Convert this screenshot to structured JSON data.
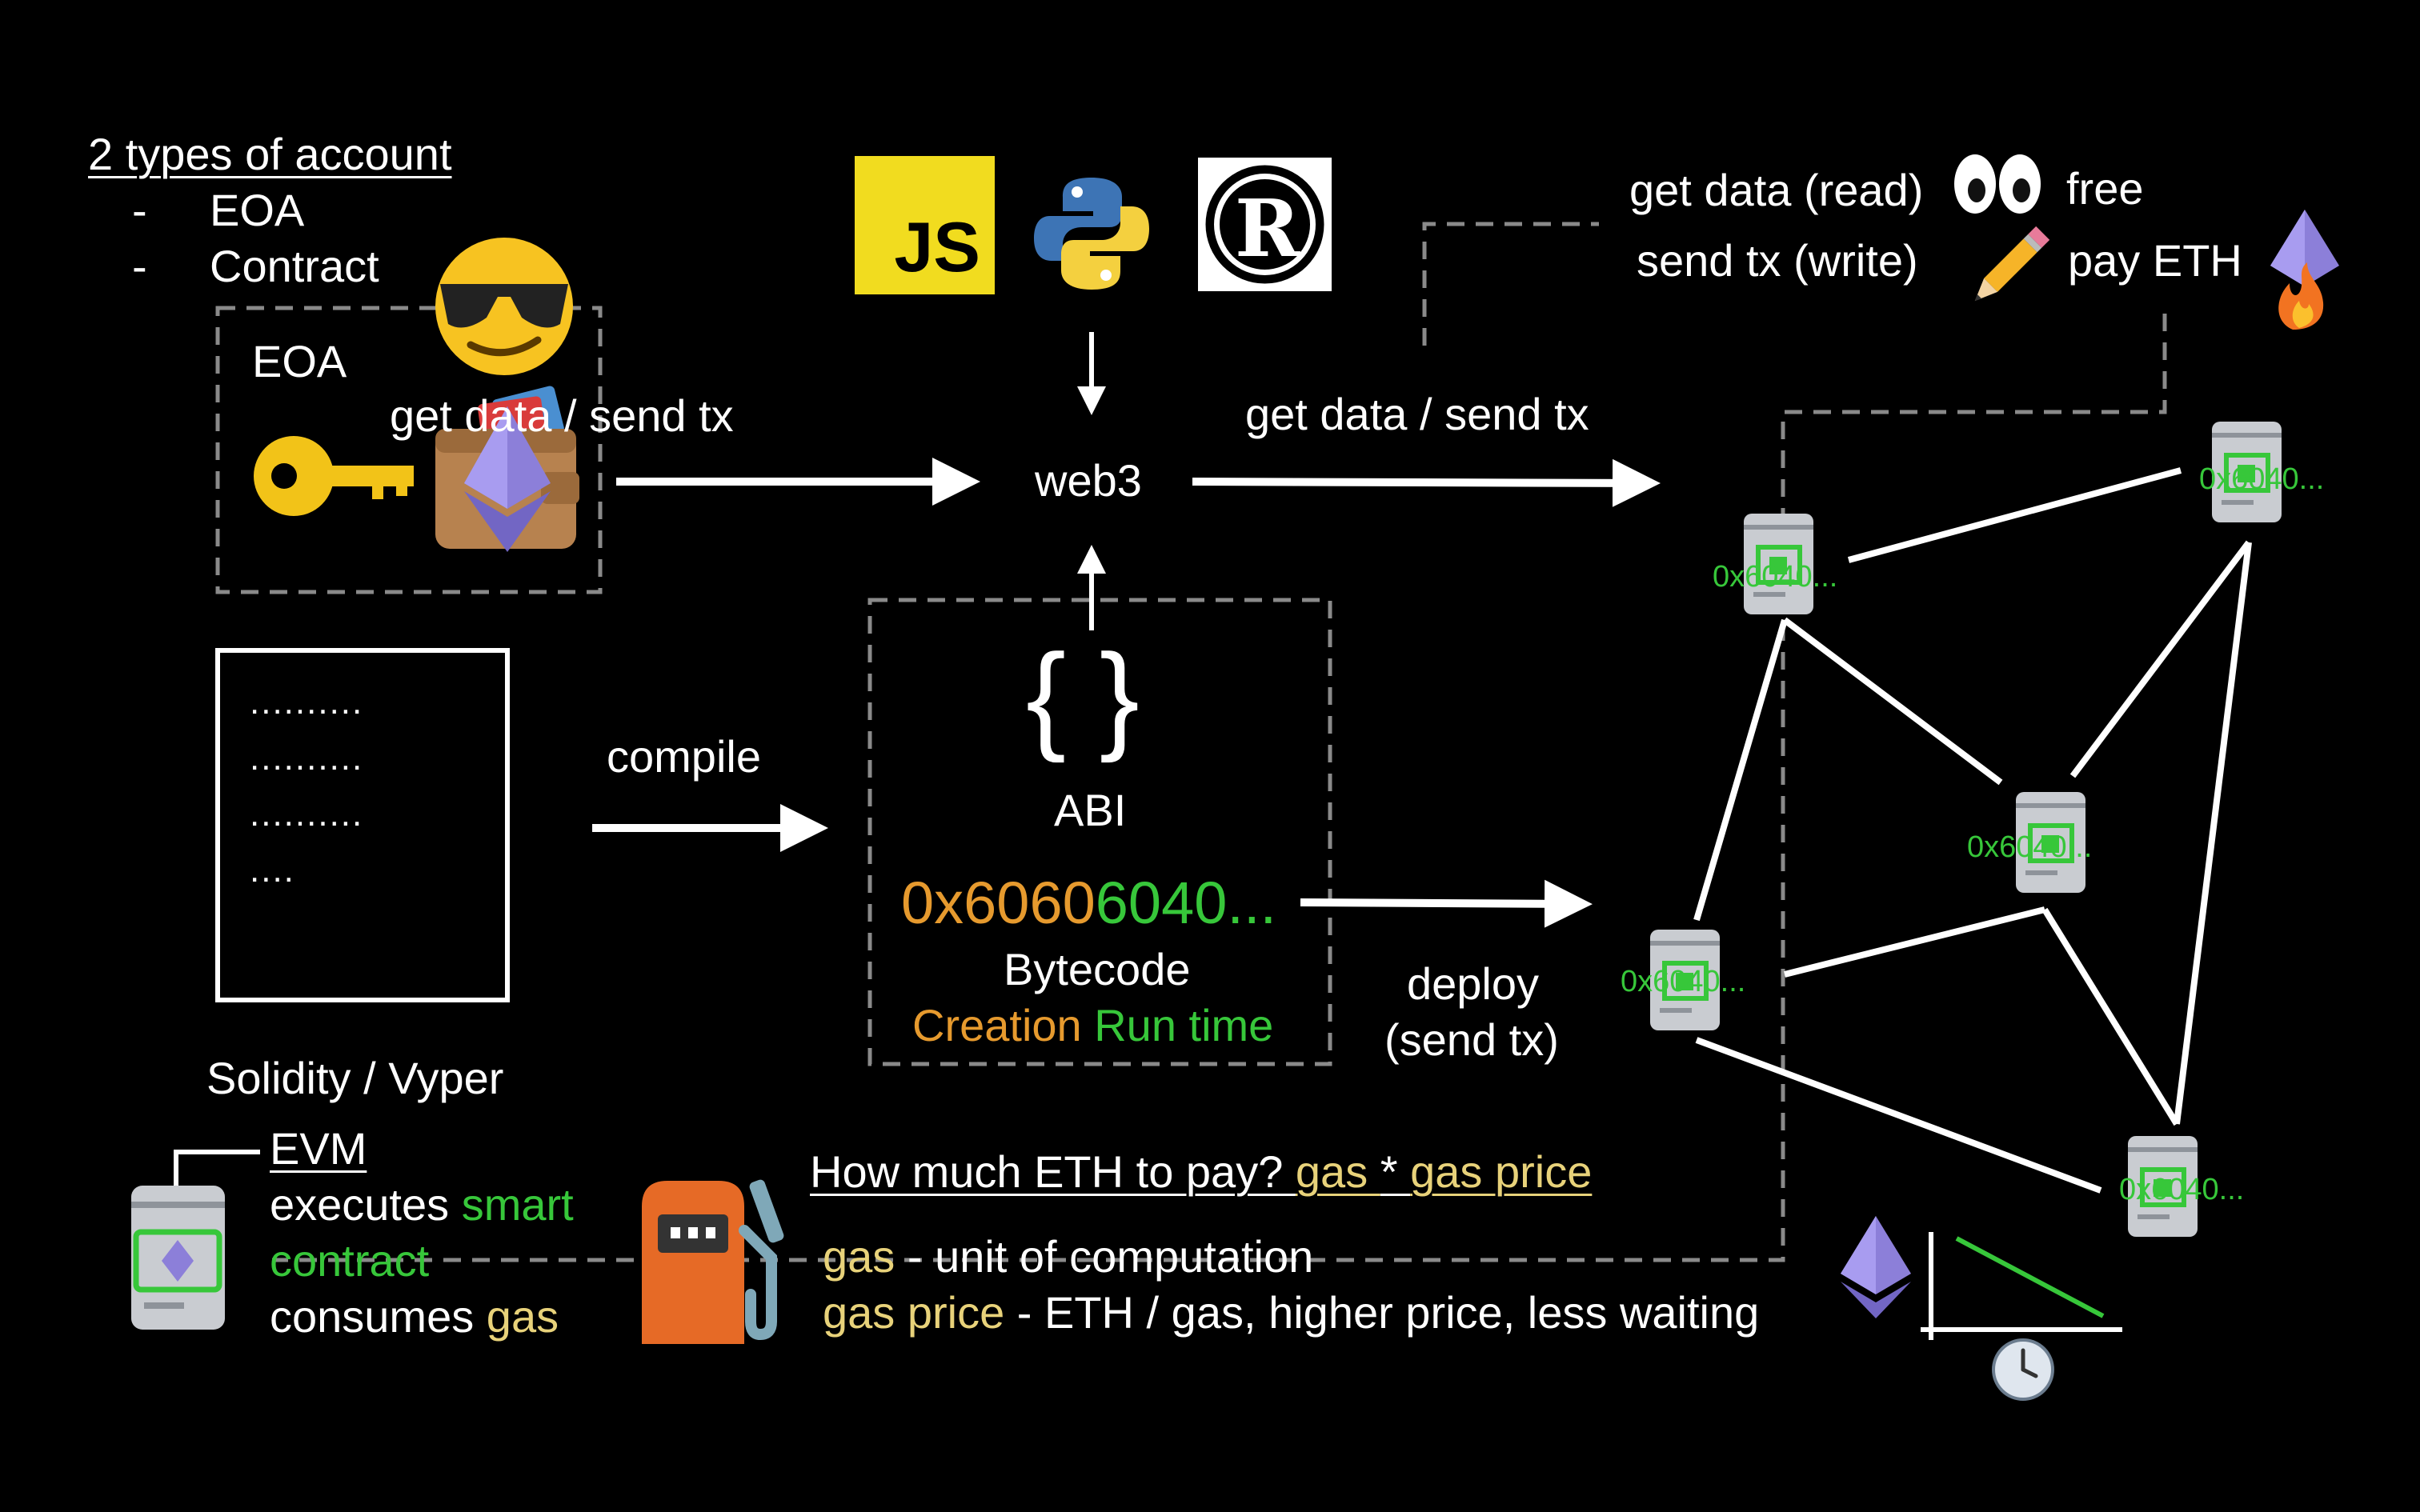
{
  "accounts": {
    "heading": "2 types of account",
    "item1_bullet": "-",
    "item1": "EOA",
    "item2_bullet": "-",
    "item2": "Contract",
    "eoa_box_label": "EOA"
  },
  "langs": {
    "js": "JS",
    "rust": "R"
  },
  "web3": {
    "label": "web3",
    "left_arrow_label": "get data / send tx",
    "right_arrow_label": "get data / send tx"
  },
  "read_write": {
    "read": "get data (read)",
    "read_cost": "free",
    "write": "send tx (write)",
    "write_cost": "pay ETH"
  },
  "source": {
    "dots1": "..........",
    "dots2": "..........",
    "dots3": "..........",
    "dots4": "....",
    "caption": "Solidity / Vyper",
    "compile": "compile"
  },
  "artifacts": {
    "braces": "{ }",
    "abi": "ABI",
    "bytecode_part1": "0x6060",
    "bytecode_part2": "6040...",
    "bytecode_label": "Bytecode",
    "creation": "Creation",
    "runtime": "Run time"
  },
  "deploy": {
    "line1": "deploy",
    "line2": "(send tx)"
  },
  "nodes": {
    "n1": "0x6040...",
    "n2": "0x6040...",
    "n3": "0x6040...",
    "n4": "0x6040...",
    "n5": "0x6040..."
  },
  "evm": {
    "title": "EVM",
    "l1_a": "executes ",
    "l1_b": "smart",
    "l2": "contract",
    "l3_a": "consumes ",
    "l3_b": "gas"
  },
  "gas": {
    "q_a": "How much ETH to pay? ",
    "q_b": "gas ",
    "q_c": "* ",
    "q_d": "gas price",
    "l1_a": "gas",
    "l1_b": " - unit of computation",
    "l2_a": "gas price",
    "l2_b": " - ETH / gas, higher price, less waiting"
  },
  "colors": {
    "orange": "#e69a2e",
    "green": "#37c73a",
    "yellow": "#e8d27a",
    "eth": "#8c7fd9",
    "gray_dash": "#888888"
  },
  "icons": [
    "sunglasses-emoji-icon",
    "key-icon",
    "wallet-icon",
    "ethereum-icon",
    "javascript-logo-icon",
    "python-logo-icon",
    "rust-logo-icon",
    "eyes-icon",
    "pencil-icon",
    "eth-fire-icon",
    "server-icon",
    "gas-pump-icon",
    "clock-icon"
  ]
}
